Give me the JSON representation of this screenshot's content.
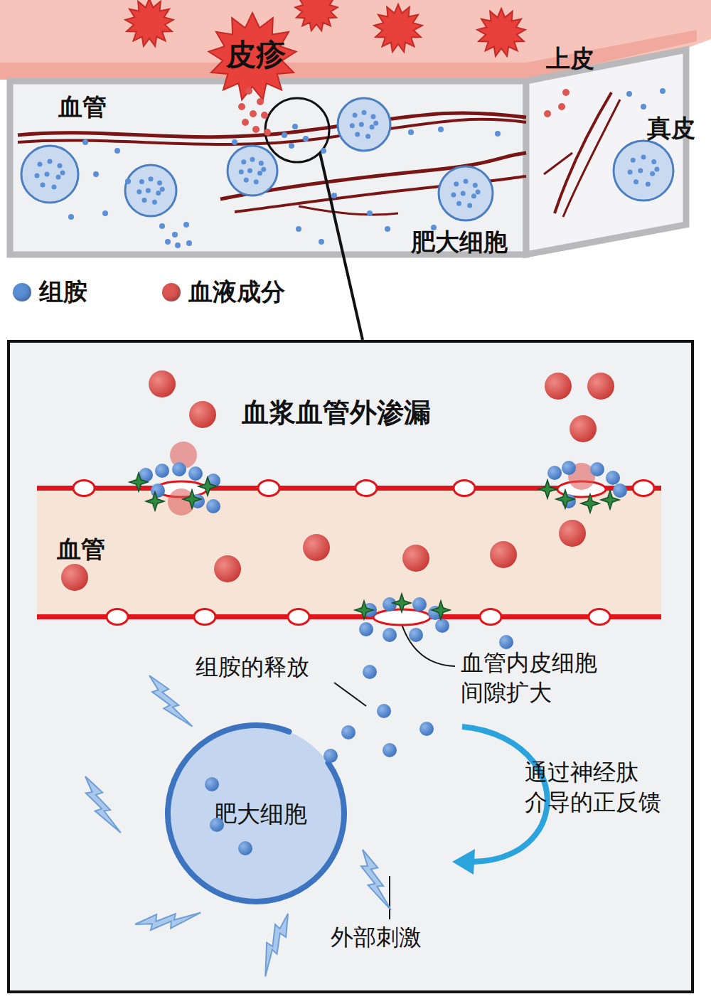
{
  "diagram": {
    "nodes": [
      {
        "text": [
          "血管"
        ]
      },
      {
        "text": [
          "肥大细胞"
        ]
      }
    ],
    "labels": [
      "皮疹",
      "血管",
      "上皮",
      "真皮",
      "肥大细胞",
      "血浆血管外渗漏",
      "组胺的释放",
      "血管内皮细胞 间隙扩大",
      "通过神经肽 介导的正反馈",
      "外部刺激"
    ],
    "legend": [
      {
        "text": "组胺",
        "color": "#5b8fd6"
      },
      {
        "text": "血液成分",
        "color": "#dd5652"
      }
    ]
  }
}
